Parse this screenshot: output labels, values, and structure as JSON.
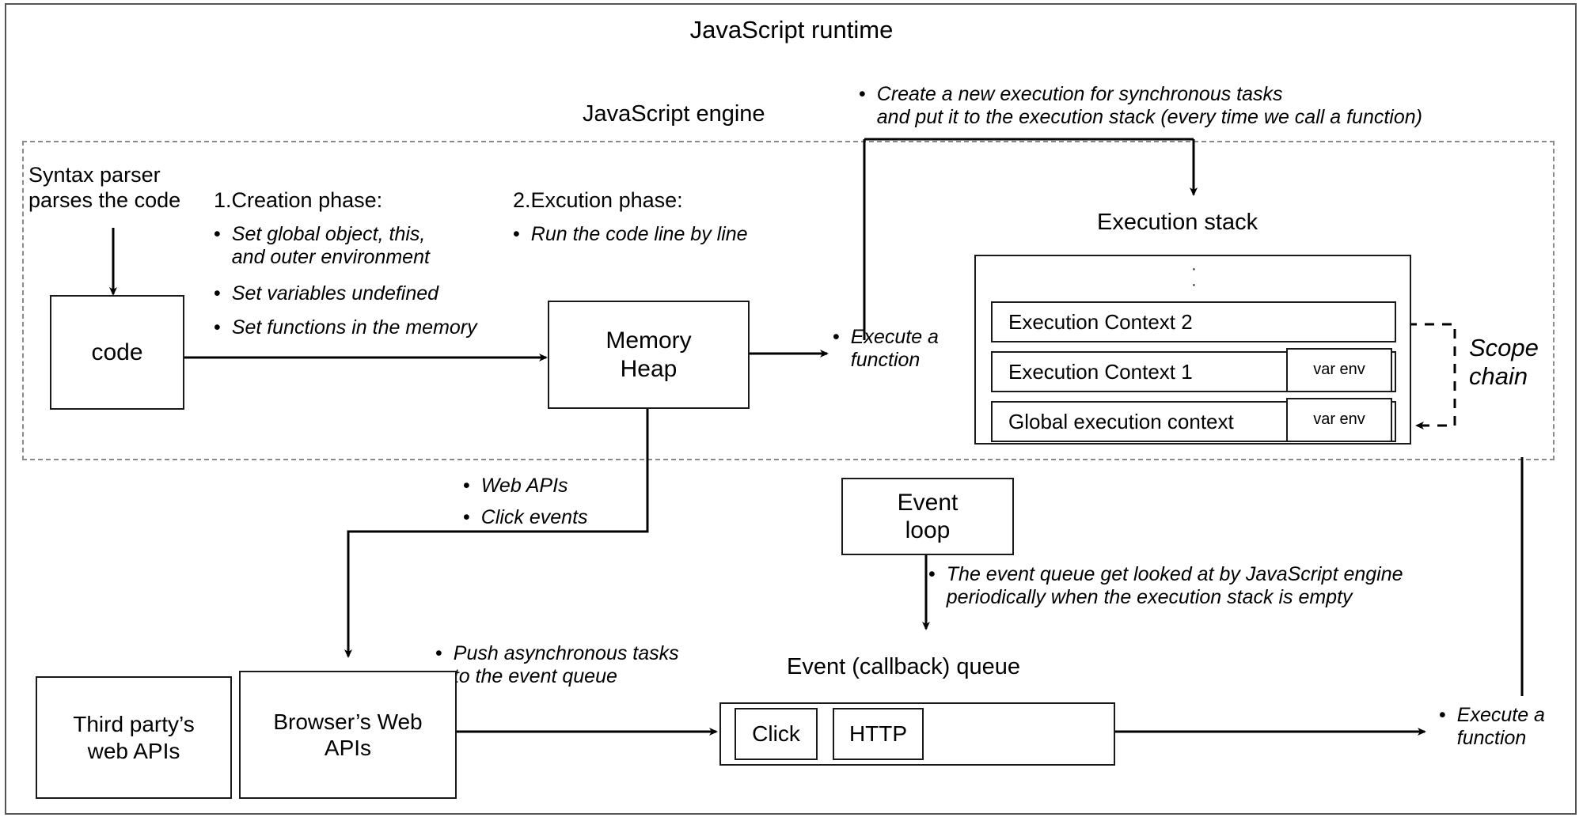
{
  "diagram": {
    "runtime_title": "JavaScript runtime",
    "engine_title": "JavaScript engine",
    "syntax_parser_note": "Syntax parser\nparses the code",
    "phase1_title": "1.Creation phase:",
    "phase1_bullets": [
      "Set global object, this,\nand outer environment",
      "Set variables undefined",
      "Set functions in the memory"
    ],
    "phase2_title": "2.Excution phase:",
    "phase2_bullets": [
      "Run the code line by line"
    ],
    "code_box": "code",
    "memory_heap_box": "Memory\nHeap",
    "execute_function_note": "Execute a\nfunction",
    "create_execution_note": "Create a new execution for synchronous tasks\nand put it to the execution stack (every time we call a function)",
    "execution_stack_title": "Execution stack",
    "stack_ellipsis": "·\n·",
    "stack_frames": [
      {
        "label": "Execution Context 2",
        "var_env": null
      },
      {
        "label": "Execution Context 1",
        "var_env": "var env"
      },
      {
        "label": "Global execution context",
        "var_env": "var env"
      }
    ],
    "scope_chain_label": "Scope\nchain",
    "web_api_bullets": [
      "Web APIs",
      "Click events"
    ],
    "event_loop_box": "Event\nloop",
    "event_loop_note": "The event queue get looked at by JavaScript engine\nperiodically when the execution stack is empty",
    "third_party_box": "Third party’s\nweb APIs",
    "browser_web_apis_box": "Browser’s Web\nAPIs",
    "push_async_note": "Push asynchronous tasks\nto the event queue",
    "event_queue_title": "Event (callback) queue",
    "queue_items": [
      "Click",
      "HTTP"
    ],
    "execute_function_note_2": "Execute a\nfunction",
    "bullet_glyph": "•"
  },
  "colors": {
    "ink": "#000000",
    "box_border": "#1a1a1a",
    "dashed_border": "#8a8a8a",
    "frame_border": "#555555",
    "background": "#ffffff"
  }
}
